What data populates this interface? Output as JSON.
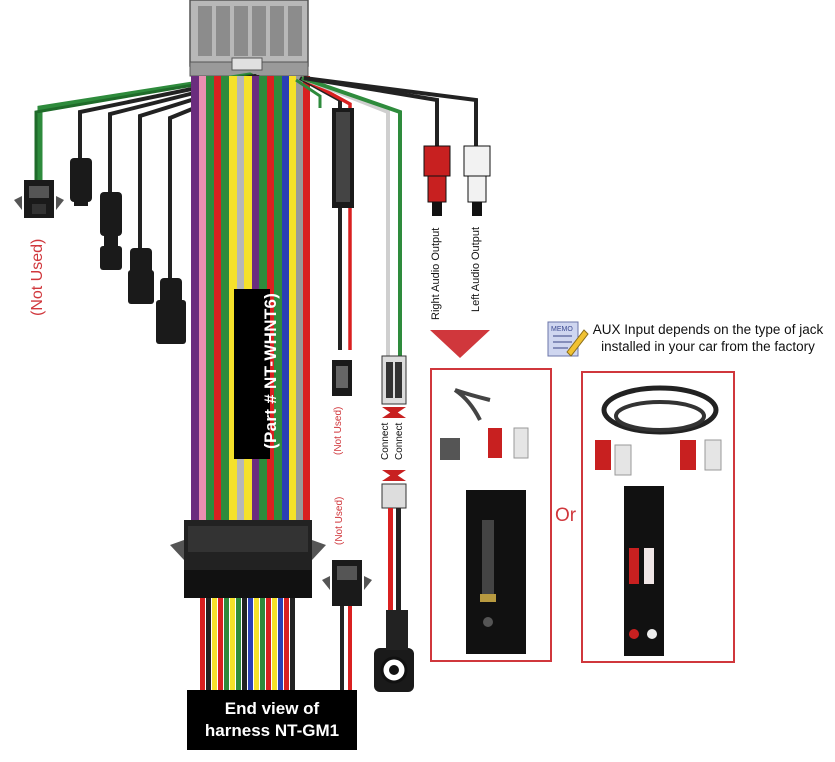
{
  "labels": {
    "part_number": "(Part # NT-WHNT6)",
    "end_view_line1": "End view of",
    "end_view_line2": "harness NT-GM1",
    "not_used_large": "(Not Used)",
    "not_used_mid": "(Not Used)",
    "not_used_small": "(Not Used)",
    "connect_1": "Connect",
    "connect_2": "Connect",
    "right_audio": "Right Audio Output",
    "left_audio": "Left Audio Output",
    "aux_note_line1": "AUX Input depends on the type of jack",
    "aux_note_line2": "installed in your car from the factory",
    "or": "Or",
    "memo_icon_text": "MEMO"
  },
  "colors": {
    "accent_red": "#d0373c",
    "wire_green": "#2e8b3c",
    "wire_red": "#d92020",
    "wire_yellow": "#f5e12a",
    "wire_purple": "#6b2d7e",
    "wire_pink": "#e98fb0",
    "wire_blue": "#2a3fb5",
    "wire_gray": "#9a9a9a"
  }
}
